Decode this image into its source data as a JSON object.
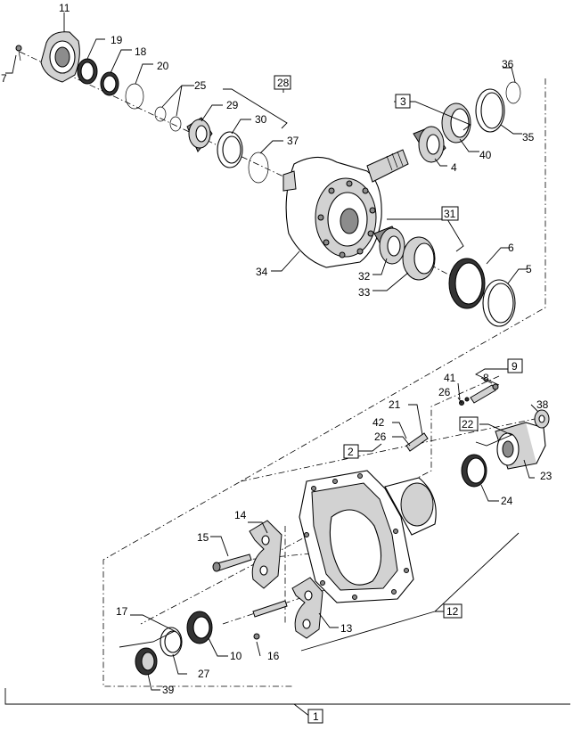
{
  "diagram": {
    "callouts": {
      "c1": "1",
      "c2": "2",
      "c3": "3",
      "c4": "4",
      "c5": "5",
      "c6": "6",
      "c7": "7",
      "c8": "8",
      "c9": "9",
      "c10": "10",
      "c11": "11",
      "c12": "12",
      "c13": "13",
      "c14": "14",
      "c15": "15",
      "c16": "16",
      "c17": "17",
      "c18": "18",
      "c19": "19",
      "c20": "20",
      "c21": "21",
      "c22": "22",
      "c23": "23",
      "c24": "24",
      "c25": "25",
      "c26a": "26",
      "c26b": "26",
      "c27": "27",
      "c28": "28",
      "c29": "29",
      "c30": "30",
      "c31": "31",
      "c32": "32",
      "c33": "33",
      "c34": "34",
      "c35": "35",
      "c36": "36",
      "c37": "37",
      "c38": "38",
      "c39": "39",
      "c40": "40",
      "c41": "41",
      "c42": "42"
    },
    "colors": {
      "line": "#000000",
      "background": "#ffffff",
      "shade_light": "#d2d2d2",
      "shade_mid": "#8c8c8c",
      "shade_dark": "#333333"
    }
  }
}
